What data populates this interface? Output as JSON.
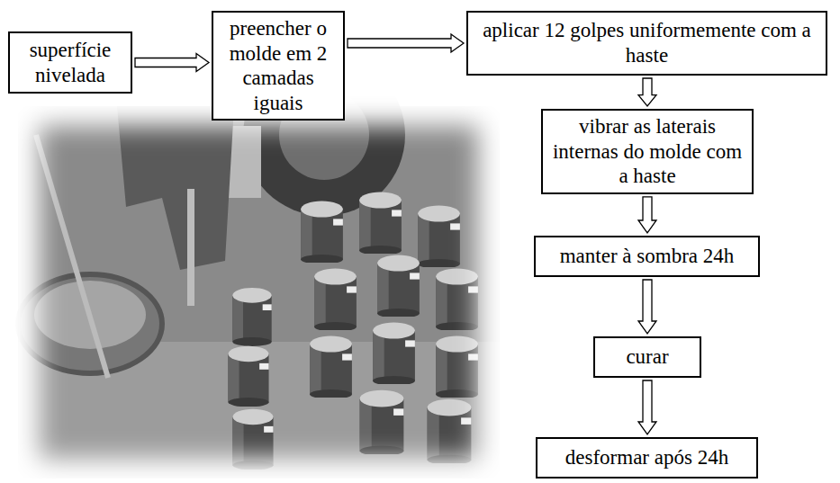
{
  "diagram": {
    "nodes": [
      {
        "text": [
          "superfície nivelada"
        ]
      },
      {
        "text": [
          "preencher o molde em 2 camadas iguais"
        ]
      },
      {
        "text": [
          "aplicar 12 golpes uniformemente com a haste"
        ]
      },
      {
        "text": [
          "vibrar as laterais internas do molde com a haste"
        ]
      },
      {
        "text": [
          "manter à sombra 24h"
        ]
      },
      {
        "text": [
          "curar"
        ]
      },
      {
        "text": [
          "desformar após 24h"
        ]
      }
    ],
    "edges": [
      {
        "from": 0,
        "to": 1,
        "arrow": "to"
      },
      {
        "from": 1,
        "to": 2,
        "arrow": "to"
      },
      {
        "from": 2,
        "to": 3,
        "arrow": "to"
      },
      {
        "from": 3,
        "to": 4,
        "arrow": "to"
      },
      {
        "from": 4,
        "to": 5,
        "arrow": "to"
      },
      {
        "from": 5,
        "to": 6,
        "arrow": "to"
      }
    ]
  }
}
